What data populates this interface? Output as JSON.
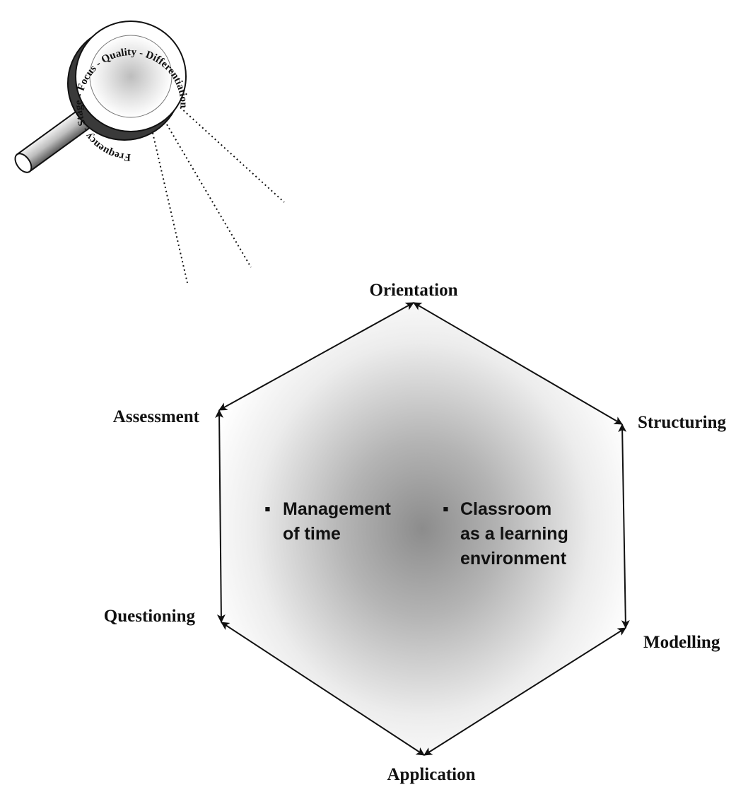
{
  "lens": {
    "ring_text": "Frequency - Stage - Focus - Quality - Differentiation"
  },
  "nodes": {
    "orientation": "Orientation",
    "structuring": "Structuring",
    "modelling": "Modelling",
    "application": "Application",
    "questioning": "Questioning",
    "assessment": "Assessment"
  },
  "center_items": {
    "left": {
      "bullet": "▪",
      "line1": "Management",
      "line2": "of time"
    },
    "right": {
      "bullet": "▪",
      "line1": "Classroom",
      "line2": "as a learning",
      "line3": "environment"
    }
  },
  "colors": {
    "stroke": "#111111",
    "hexagon_center": "#8c8c8c",
    "hexagon_edge": "#ffffff"
  }
}
